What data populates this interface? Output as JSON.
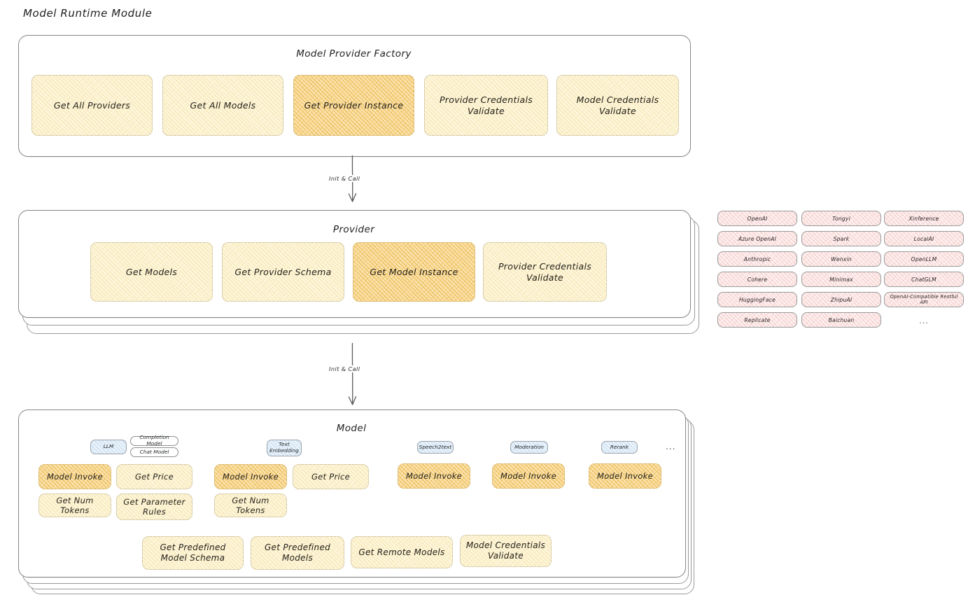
{
  "page": {
    "title": "Model Runtime Module"
  },
  "arrows": [
    {
      "label": "Init & Call"
    },
    {
      "label": "Init & Call"
    }
  ],
  "factory": {
    "title": "Model Provider Factory",
    "items": [
      {
        "label": "Get All Providers",
        "highlight": false
      },
      {
        "label": "Get All Models",
        "highlight": false
      },
      {
        "label": "Get Provider Instance",
        "highlight": true
      },
      {
        "label": "Provider Credentials Validate",
        "highlight": false
      },
      {
        "label": "Model Credentials Validate",
        "highlight": false
      }
    ]
  },
  "provider": {
    "title": "Provider",
    "items": [
      {
        "label": "Get Models",
        "highlight": false
      },
      {
        "label": "Get Provider Schema",
        "highlight": false
      },
      {
        "label": "Get Model Instance",
        "highlight": true
      },
      {
        "label": "Provider Credentials Validate",
        "highlight": false
      }
    ]
  },
  "provider_list": {
    "columns": [
      {
        "items": [
          "OpenAI",
          "Azure OpenAI",
          "Anthropic",
          "Cohere",
          "HuggingFace",
          "Replicate"
        ]
      },
      {
        "items": [
          "Tongyi",
          "Spark",
          "Wenxin",
          "Minimax",
          "ZhipuAI",
          "Baichuan"
        ]
      },
      {
        "items": [
          "Xinference",
          "LocalAI",
          "OpenLLM",
          "ChatGLM",
          "OpenAI-Compatible Restful API"
        ]
      }
    ],
    "ellipsis": "..."
  },
  "model": {
    "title": "Model",
    "ellipsis": "...",
    "types": [
      {
        "badge": "LLM",
        "sub_badges": [
          "Completion Model",
          "Chat Model"
        ],
        "methods": [
          {
            "label": "Model Invoke",
            "highlight": true
          },
          {
            "label": "Get Price",
            "highlight": false
          },
          {
            "label": "Get Num Tokens",
            "highlight": false
          },
          {
            "label": "Get Parameter Rules",
            "highlight": false
          }
        ]
      },
      {
        "badge": "Text Embedding",
        "sub_badges": [],
        "methods": [
          {
            "label": "Model Invoke",
            "highlight": true
          },
          {
            "label": "Get Price",
            "highlight": false
          },
          {
            "label": "Get Num Tokens",
            "highlight": false
          }
        ]
      },
      {
        "badge": "Speech2text",
        "sub_badges": [],
        "methods": [
          {
            "label": "Model Invoke",
            "highlight": true
          }
        ]
      },
      {
        "badge": "Moderation",
        "sub_badges": [],
        "methods": [
          {
            "label": "Model Invoke",
            "highlight": true
          }
        ]
      },
      {
        "badge": "Rerank",
        "sub_badges": [],
        "methods": [
          {
            "label": "Model Invoke",
            "highlight": true
          }
        ]
      }
    ],
    "common_methods": [
      {
        "label": "Get Predefined Model Schema"
      },
      {
        "label": "Get Predefined Models"
      },
      {
        "label": "Get Remote Models"
      },
      {
        "label": "Model Credentials Validate"
      }
    ]
  },
  "colors": {
    "fill_light": "#fdf6dd",
    "fill_strong": "#fbe3ad",
    "pill_pink": "#fdf0ef",
    "badge_blue": "#e9f2fa",
    "stroke": "#868686"
  }
}
